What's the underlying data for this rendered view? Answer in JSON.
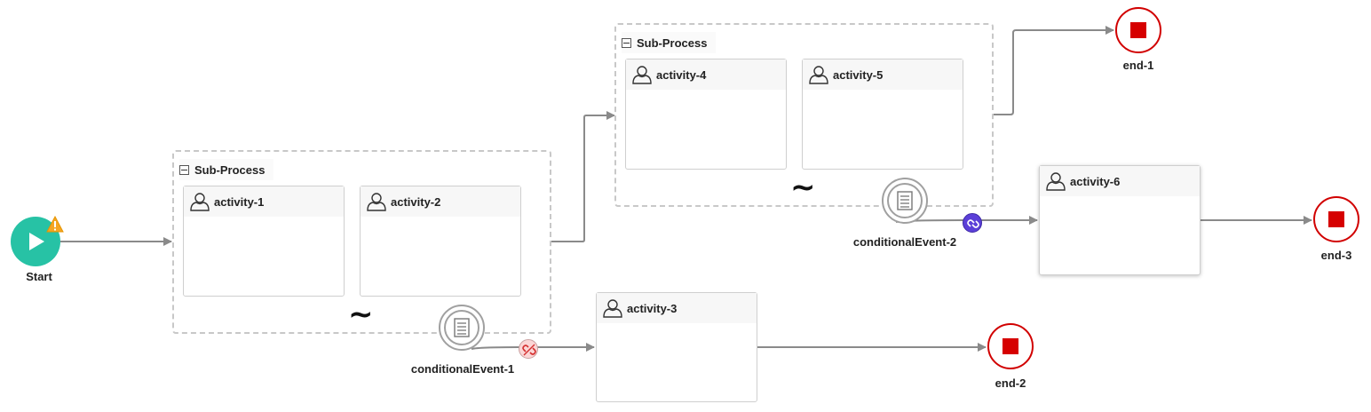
{
  "nodes": {
    "start": {
      "label": "Start",
      "warning_icon": "warning-icon",
      "color": "#27c2a5"
    },
    "subprocess_1": {
      "title": "Sub-Process",
      "marker": "~"
    },
    "subprocess_2": {
      "title": "Sub-Process",
      "marker": "~"
    },
    "activity_1": {
      "label": "activity-1",
      "icon": "user-icon"
    },
    "activity_2": {
      "label": "activity-2",
      "icon": "user-icon"
    },
    "activity_3": {
      "label": "activity-3",
      "icon": "user-icon"
    },
    "activity_4": {
      "label": "activity-4",
      "icon": "user-icon"
    },
    "activity_5": {
      "label": "activity-5",
      "icon": "user-icon"
    },
    "activity_6": {
      "label": "activity-6",
      "icon": "user-icon"
    },
    "conditional_event_1": {
      "label": "conditionalEvent-1",
      "icon": "document-icon",
      "badge": "broken-link-icon"
    },
    "conditional_event_2": {
      "label": "conditionalEvent-2",
      "icon": "document-icon",
      "badge": "link-icon"
    },
    "end_1": {
      "label": "end-1",
      "color": "#d60000"
    },
    "end_2": {
      "label": "end-2",
      "color": "#d60000"
    },
    "end_3": {
      "label": "end-3",
      "color": "#d60000"
    }
  },
  "edges": [
    {
      "from": "start",
      "to": "subprocess_1"
    },
    {
      "from": "subprocess_1",
      "to": "subprocess_2"
    },
    {
      "from": "subprocess_2",
      "to": "end_1"
    },
    {
      "from": "conditional_event_2",
      "to": "activity_6"
    },
    {
      "from": "activity_6",
      "to": "end_3"
    },
    {
      "from": "conditional_event_1",
      "to": "activity_3"
    },
    {
      "from": "activity_3",
      "to": "end_2"
    }
  ]
}
